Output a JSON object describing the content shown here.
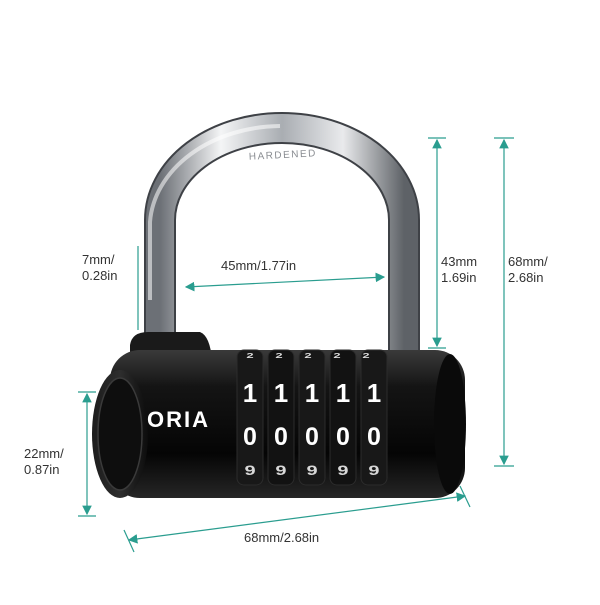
{
  "product": {
    "brand": "ORIA",
    "shackle_engraving": "HARDENED",
    "dial_digits": {
      "top_row": [
        "2",
        "2",
        "2",
        "2",
        "2"
      ],
      "selected_row": [
        "1",
        "1",
        "1",
        "1",
        "1"
      ],
      "middle_row": [
        "0",
        "0",
        "0",
        "0",
        "0"
      ],
      "bottom_row": [
        "9",
        "9",
        "9",
        "9",
        "9"
      ]
    }
  },
  "dimensions": {
    "shackle_thickness": {
      "line1": "7mm/",
      "line2": "0.28in"
    },
    "shackle_inner_width": {
      "label": "45mm/1.77in"
    },
    "shackle_clearance": {
      "line1": "43mm",
      "line2": "1.69in"
    },
    "total_height": {
      "line1": "68mm/",
      "line2": "2.68in"
    },
    "body_height": {
      "line1": "22mm/",
      "line2": "0.87in"
    },
    "body_width": {
      "label": "68mm/2.68in"
    }
  },
  "colors": {
    "dimension_line": "#2a9d8f",
    "lock_body": "#111111",
    "shackle": "#c9ccd0"
  }
}
